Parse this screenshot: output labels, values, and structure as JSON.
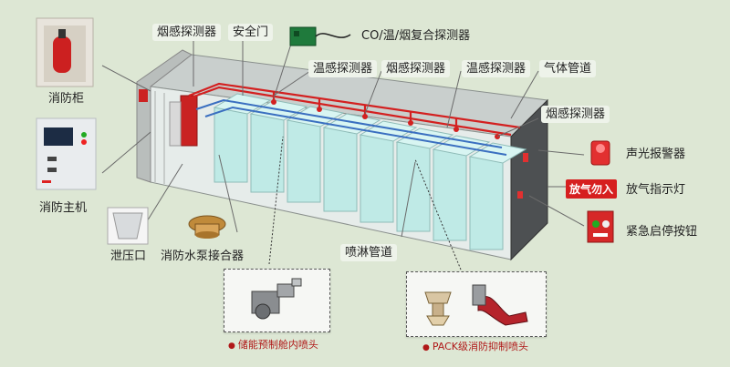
{
  "labels": {
    "smoke_top": "烟感探测器",
    "safety_door": "安全门",
    "co_detector": "CO/温/烟复合探测器",
    "temp1": "温感探测器",
    "smoke_mid": "烟感探测器",
    "temp2": "温感探测器",
    "gas_pipe": "气体管道",
    "smoke_right": "烟感探测器",
    "fire_cabinet": "消防柜",
    "fire_host": "消防主机",
    "pressure_relief": "泄压口",
    "pump_connector": "消防水泵接合器",
    "spray_pipe": "喷淋管道",
    "sound_light_alarm": "声光报警器",
    "release_light": "放气指示灯",
    "emergency_button": "紧急启停按钮",
    "release_sign_text": "放气勿入"
  },
  "captions": {
    "cabin_nozzle": "储能预制舱内喷头",
    "pack_nozzle": "PACK级消防抑制喷头"
  },
  "colors": {
    "background": "#dde7d4",
    "pipe_red": "#d32020",
    "pipe_blue": "#3a6fc0",
    "battery_cyan": "#bfeae6",
    "leader": "#6a6a6a",
    "caption_red": "#b01818"
  }
}
